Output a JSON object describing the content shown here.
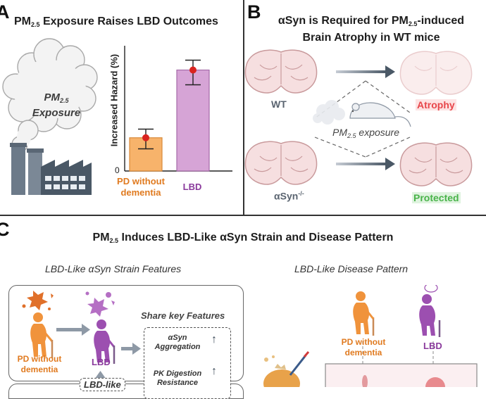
{
  "panelA": {
    "letter": "A",
    "title_pre": "PM",
    "title_sub": "2.5",
    "title_post": " Exposure Raises LBD Outcomes",
    "cloud_line1_pre": "PM",
    "cloud_line1_sub": "2.5",
    "cloud_line2": "Exposure",
    "ylabel": "Increased Hazard (%)",
    "y_zero_tick": "0"
  },
  "chart_data": {
    "type": "bar",
    "categories": [
      "PD without dementia",
      "LBD"
    ],
    "values": [
      27,
      82
    ],
    "error_low": [
      18,
      70
    ],
    "error_high": [
      34,
      90
    ],
    "ylabel": "Increased Hazard (%)",
    "ylim": [
      0,
      100
    ],
    "colors": [
      "#f7b36b",
      "#d6a4d6"
    ],
    "label_colors": [
      "#e07a1f",
      "#8a3a9c"
    ],
    "category_line1": [
      "PD without",
      "LBD"
    ],
    "category_line2": [
      "dementia",
      ""
    ]
  },
  "panelB": {
    "letter": "B",
    "title_line1_pre": "αSyn is Required for PM",
    "title_line1_sub": "2.5",
    "title_line1_post": "-induced",
    "title_line2": "Brain Atrophy in WT mice",
    "wt_label": "WT",
    "ko_label_pre": "αSyn",
    "ko_label_sup": "-/-",
    "exposure_pre": "PM",
    "exposure_sub": "2.5",
    "exposure_post": " exposure",
    "atrophy_label": "Atrophy",
    "protected_label": "Protected",
    "atrophy_color": "#e8464a",
    "protected_color": "#49b34a"
  },
  "panelC": {
    "letter": "C",
    "title_pre": "PM",
    "title_sub": "2.5",
    "title_post": " Induces LBD-Like αSyn Strain and Disease Pattern",
    "left_subtitle": "LBD-Like αSyn Strain Features",
    "right_subtitle": "LBD-Like Disease Pattern",
    "pd_line1": "PD without",
    "pd_line2": "dementia",
    "lbd_label": "LBD",
    "share_title": "Share key Features",
    "feature1_line1": "αSyn",
    "feature1_line2": "Aggregation",
    "feature2_line1": "PK Digestion",
    "feature2_line2": "Resistance",
    "lbd_like_label": "LBD-like",
    "right_pd_line1": "PD without",
    "right_pd_line2": "dementia",
    "right_lbd_label": "LBD",
    "arrow_up": "↑"
  }
}
